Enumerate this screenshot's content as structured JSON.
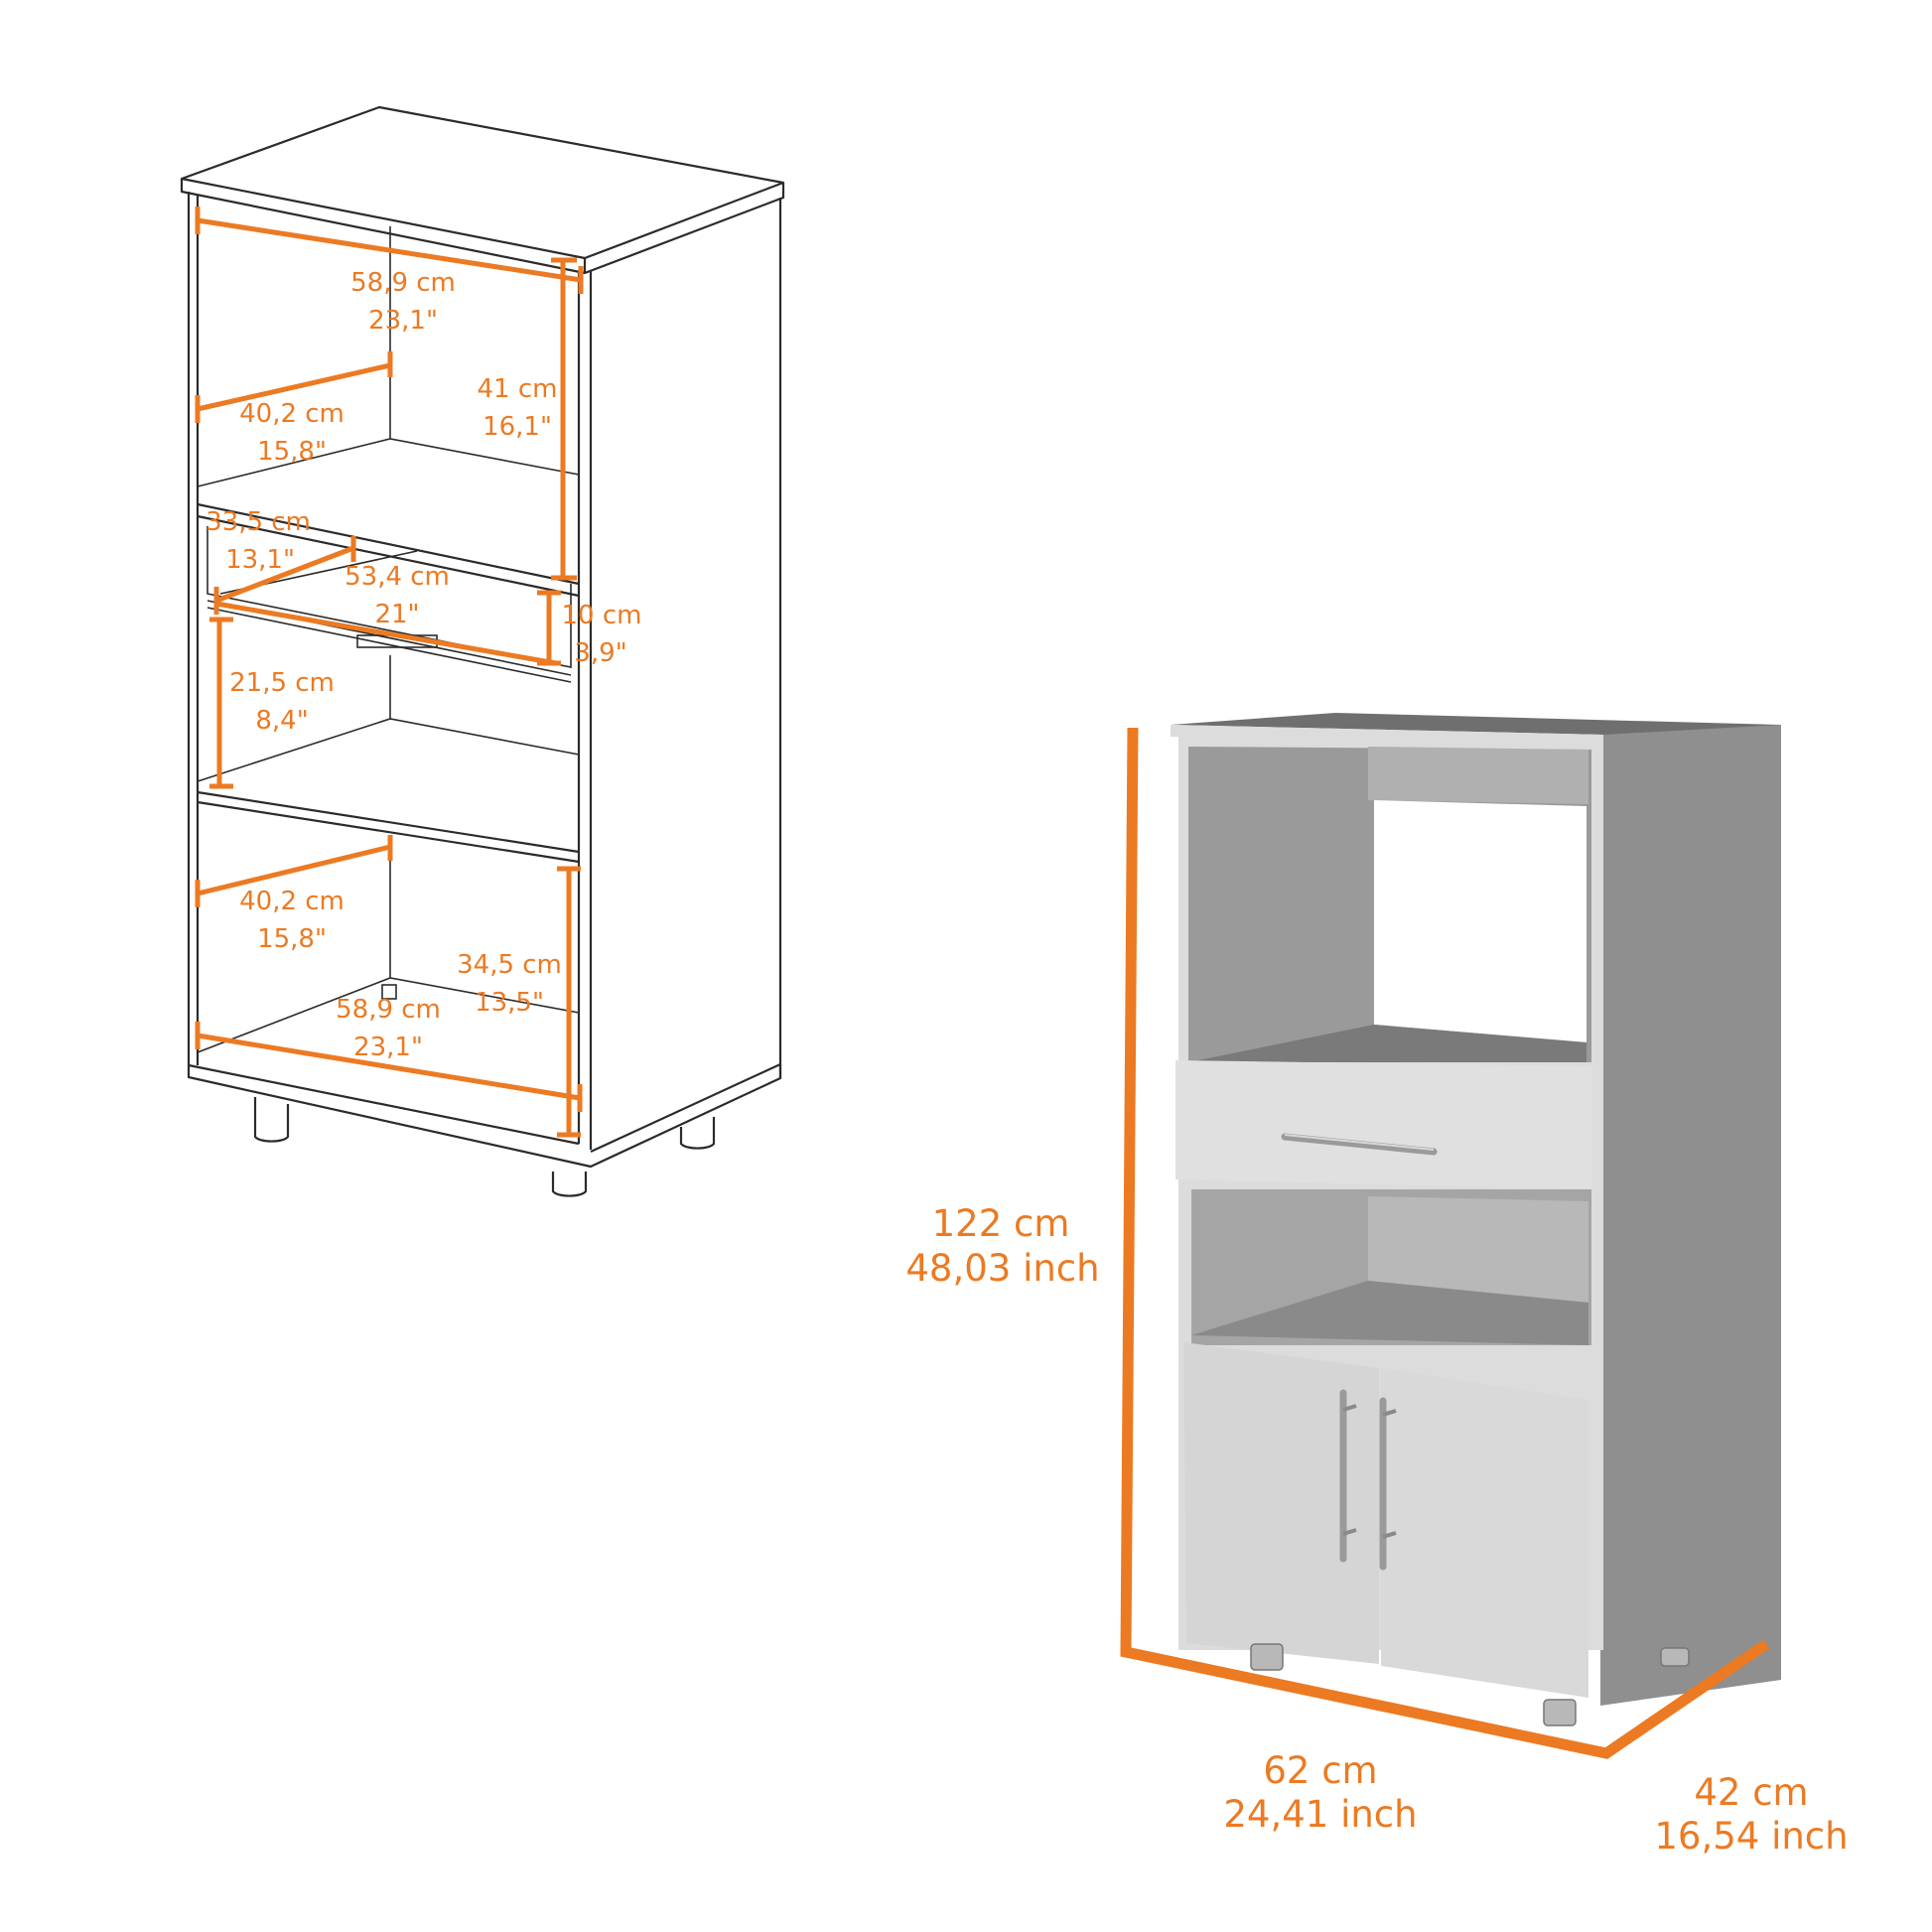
{
  "colors": {
    "accent_orange": "#ec7a22",
    "line_art": "#2b2b2b",
    "cabinet_white": "#d9d9d9",
    "cabinet_interior": "#9a9a9a",
    "cabinet_side": "#8e8e8e",
    "background": "#ffffff"
  },
  "line_drawing": {
    "top_width": {
      "cm": "58,9 cm",
      "inch": "23,1\""
    },
    "upper_depth": {
      "cm": "40,2 cm",
      "inch": "15,8\""
    },
    "upper_height": {
      "cm": "41 cm",
      "inch": "16,1\""
    },
    "drawer_depth": {
      "cm": "33,5 cm",
      "inch": "13,1\""
    },
    "drawer_width": {
      "cm": "53,4 cm",
      "inch": "21\""
    },
    "drawer_height": {
      "cm": "10 cm",
      "inch": "3,9\""
    },
    "middle_height": {
      "cm": "21,5 cm",
      "inch": "8,4\""
    },
    "lower_depth": {
      "cm": "40,2 cm",
      "inch": "15,8\""
    },
    "lower_height": {
      "cm": "34,5 cm",
      "inch": "13,5\""
    },
    "bottom_width": {
      "cm": "58,9 cm",
      "inch": "23,1\""
    }
  },
  "rendered_product": {
    "height": {
      "cm": "122 cm",
      "inch": "48,03 inch"
    },
    "width": {
      "cm": "62 cm",
      "inch": "24,41 inch"
    },
    "depth": {
      "cm": "42 cm",
      "inch": "16,54 inch"
    }
  }
}
